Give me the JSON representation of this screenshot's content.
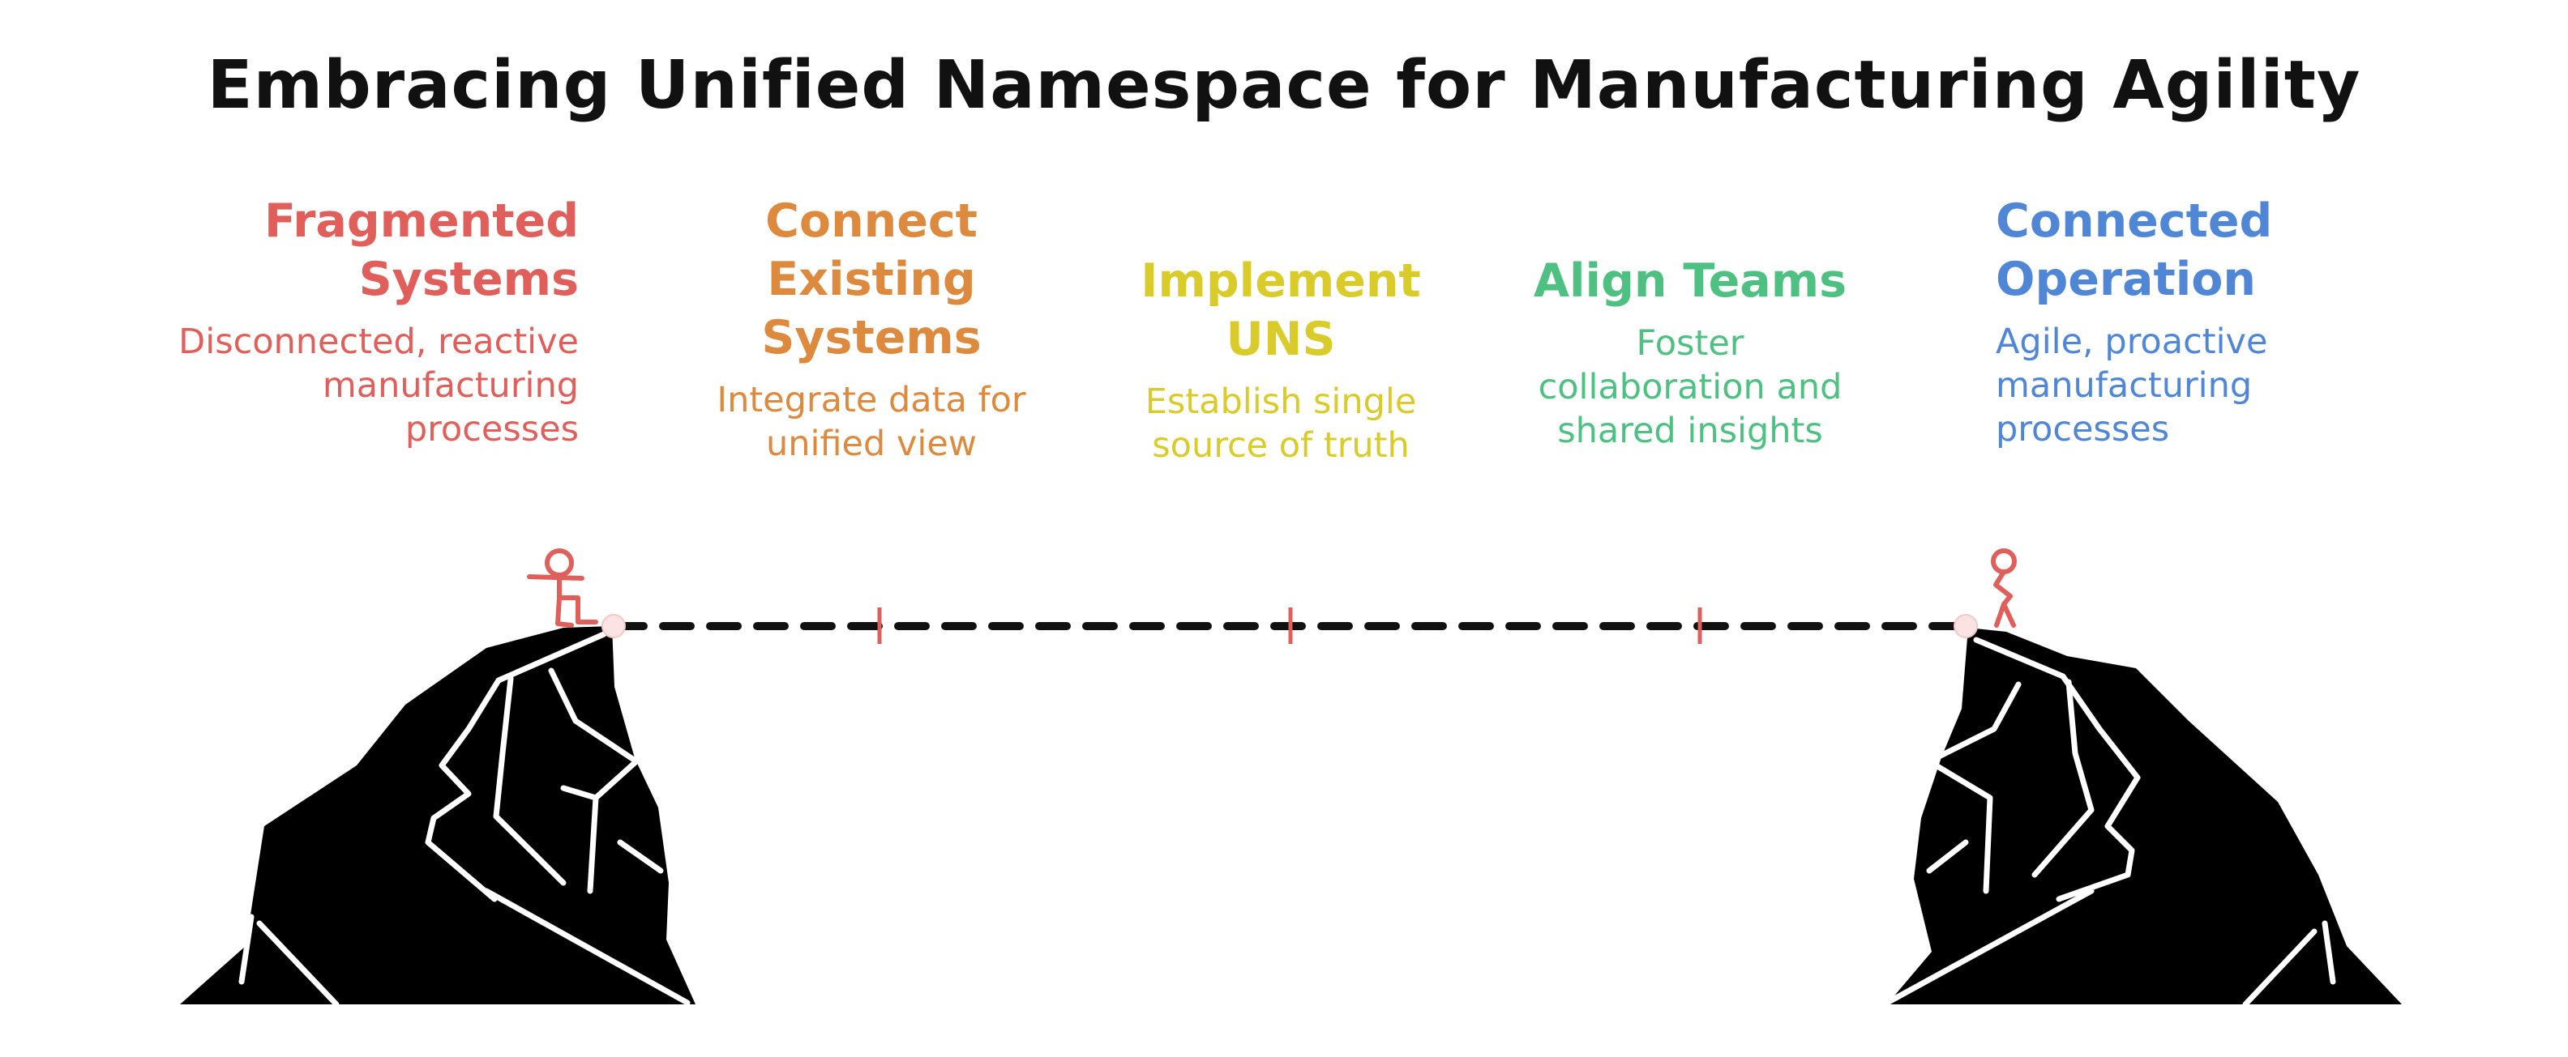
{
  "title": "Embracing Unified Namespace for Manufacturing Agility",
  "colors": {
    "title": "#111111",
    "red": "#e05f5b",
    "orange": "#dd8a3e",
    "yellow": "#d9cc2a",
    "green": "#4ec182",
    "blue": "#4f86d6",
    "cliff": "#000000",
    "rope": "#111111"
  },
  "steps": [
    {
      "head_lines": [
        "Fragmented",
        "Systems"
      ],
      "desc_lines": [
        "Disconnected, reactive",
        "manufacturing",
        "processes"
      ]
    },
    {
      "head_lines": [
        "Connect",
        "Existing",
        "Systems"
      ],
      "desc_lines": [
        "Integrate data for",
        "unified view"
      ]
    },
    {
      "head_lines": [
        "Implement",
        "UNS"
      ],
      "desc_lines": [
        "Establish single",
        "source of truth"
      ]
    },
    {
      "head_lines": [
        "Align Teams"
      ],
      "desc_lines": [
        "Foster",
        "collaboration and",
        "shared insights"
      ]
    },
    {
      "head_lines": [
        "Connected",
        "Operation"
      ],
      "desc_lines": [
        "Agile, proactive",
        "manufacturing",
        "processes"
      ]
    }
  ],
  "icons": {
    "left_figure": "stick-figure-walking-icon",
    "right_figure": "stick-figure-standing-icon",
    "left_cliff": "cliff-icon",
    "right_cliff": "cliff-icon",
    "bridge": "dashed-rope-bridge"
  }
}
